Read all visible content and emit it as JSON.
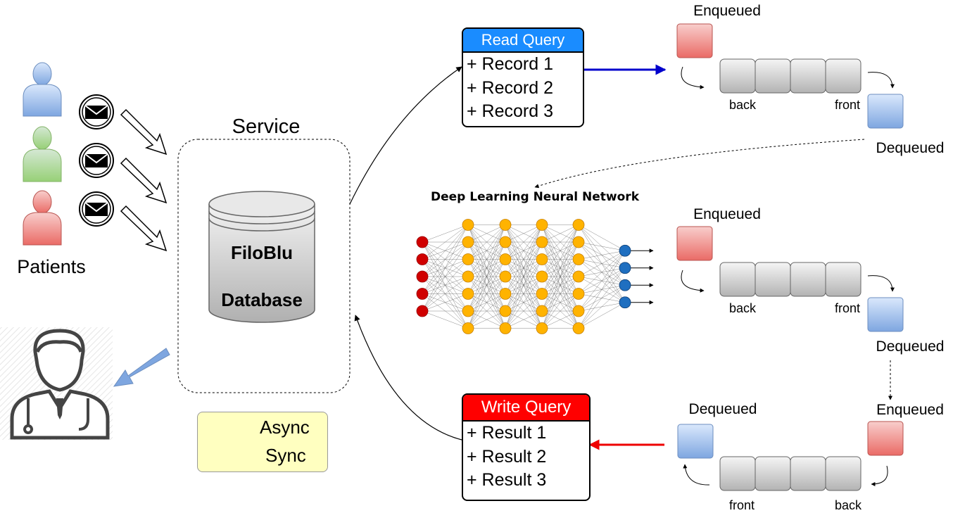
{
  "patients": {
    "label": "Patients",
    "icons": [
      "patient-blue-icon",
      "patient-green-icon",
      "patient-red-icon"
    ],
    "colors": [
      "#7ea6e0",
      "#97d077",
      "#ea6b66"
    ]
  },
  "service": {
    "label": "Service",
    "db_line1": "FiloBlu",
    "db_line2": "Database"
  },
  "read_query": {
    "title": "Read Query",
    "items": [
      "+ Record 1",
      "+ Record 2",
      "+ Record 3"
    ],
    "header_color": "#1a8cff"
  },
  "write_query": {
    "title": "Write Query",
    "items": [
      "+ Result 1",
      "+ Result 2",
      "+ Result 3"
    ],
    "header_color": "#ff0000"
  },
  "queue1": {
    "enqueued": "Enqueued",
    "dequeued": "Dequeued",
    "back": "back",
    "front": "front"
  },
  "queue2": {
    "enqueued": "Enqueued",
    "dequeued": "Dequeued",
    "back": "back",
    "front": "front"
  },
  "queue3": {
    "enqueued": "Enqueued",
    "dequeued": "Dequeued",
    "back": "back",
    "front": "front"
  },
  "neural_network": {
    "title": "Deep Learning Neural Network",
    "layers": [
      5,
      7,
      7,
      7,
      7,
      4
    ],
    "colors": [
      "#d00000",
      "#ffb300",
      "#ffb300",
      "#ffb300",
      "#ffb300",
      "#1f6fc0"
    ]
  },
  "legend": {
    "async": "Async",
    "sync": "Sync"
  },
  "doctor": {
    "icon": "doctor-icon"
  }
}
